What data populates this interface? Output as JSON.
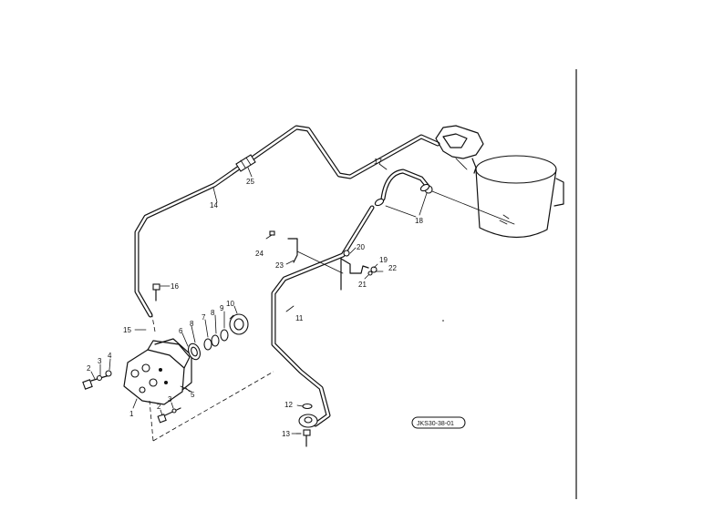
{
  "labels": {
    "p1": "1",
    "p2a": "2",
    "p3a": "3",
    "p4": "4",
    "p2b": "2",
    "p3b": "3",
    "p5": "5",
    "p6": "6",
    "p8a": "8",
    "p7": "7",
    "p8b": "8",
    "p9": "9",
    "p10": "10",
    "p11": "11",
    "p12": "12",
    "p13": "13",
    "p14": "14",
    "p15": "15",
    "p16": "16",
    "p17": "17",
    "p18": "18",
    "p19": "19",
    "p20": "20",
    "p21": "21",
    "p22": "22",
    "p23": "23",
    "p24": "24",
    "p25": "25"
  },
  "drawing_code": "JKS30-38-01"
}
